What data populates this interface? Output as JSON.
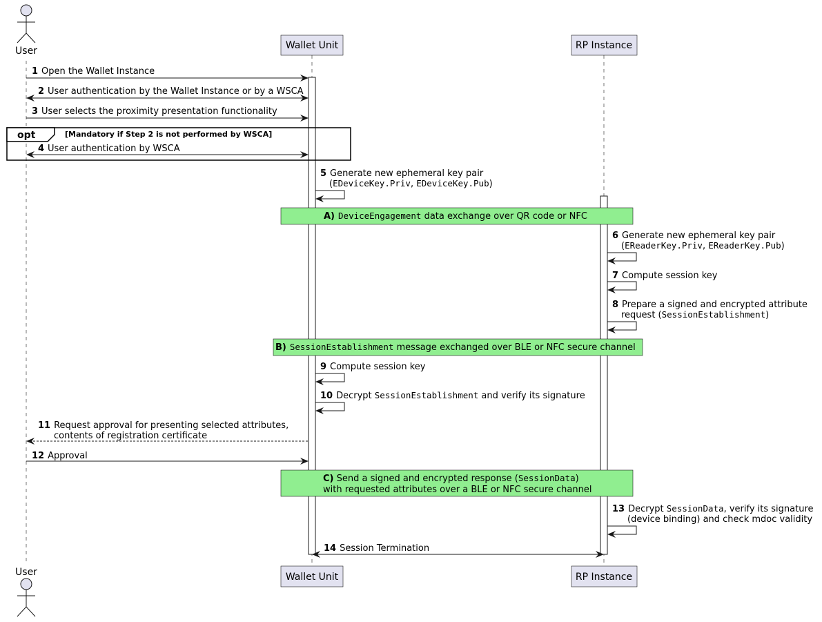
{
  "participants": {
    "user": "User",
    "wallet": "Wallet Unit",
    "rp": "RP Instance"
  },
  "opt_fragment": {
    "keyword": "opt",
    "guard": "[Mandatory if Step 2 is not performed by WSCA]"
  },
  "messages": [
    {
      "num": "1",
      "text": "Open the Wallet Instance"
    },
    {
      "num": "2",
      "text": "User authentication by the Wallet Instance or by a WSCA"
    },
    {
      "num": "3",
      "text": "User selects the proximity presentation functionality"
    },
    {
      "num": "4",
      "text": "User authentication by WSCA"
    },
    {
      "num": "5",
      "line1": "Generate new ephemeral key pair",
      "line2_open": "(",
      "line2_code1": "EDeviceKey.Priv",
      "line2_sep": ", ",
      "line2_code2": "EDeviceKey.Pub",
      "line2_close": ")"
    },
    {
      "num": "6",
      "line1": "Generate new ephemeral key pair",
      "line2_open": "(",
      "line2_code1": "EReaderKey.Priv",
      "line2_sep": ", ",
      "line2_code2": "EReaderKey.Pub",
      "line2_close": ")"
    },
    {
      "num": "7",
      "text": "Compute session key"
    },
    {
      "num": "8",
      "line1": "Prepare a signed and encrypted attribute",
      "line2_pre": "request (",
      "line2_code": "SessionEstablishment",
      "line2_post": ")"
    },
    {
      "num": "9",
      "text": "Compute session key"
    },
    {
      "num": "10",
      "pre": "Decrypt ",
      "code": "SessionEstablishment",
      "post": " and verify its signature"
    },
    {
      "num": "11",
      "line1": "Request approval for presenting selected attributes,",
      "line2": "contents of registration certificate"
    },
    {
      "num": "12",
      "text": "Approval"
    },
    {
      "num": "13",
      "line1_pre": "Decrypt ",
      "line1_code": "SessionData",
      "line1_post": ", verify its signature",
      "line2": "(device binding) and check mdoc validity"
    },
    {
      "num": "14",
      "text": "Session Termination"
    }
  ],
  "notes": {
    "a": {
      "prefix": "A)",
      "code": "DeviceEngagement",
      "text": " data exchange over QR code or NFC"
    },
    "b": {
      "prefix": "B)",
      "code": "SessionEstablishment",
      "text": " message exchanged over BLE or NFC secure channel"
    },
    "c": {
      "prefix": "C)",
      "line1_pre": " Send a signed and encrypted response (",
      "line1_code": "SessionData",
      "line1_post": ")",
      "line2": "with requested attributes over a BLE or NFC secure channel"
    }
  },
  "colors": {
    "participant_fill": "#e2e2f0",
    "note_fill": "#90ee90",
    "line": "#181818"
  }
}
